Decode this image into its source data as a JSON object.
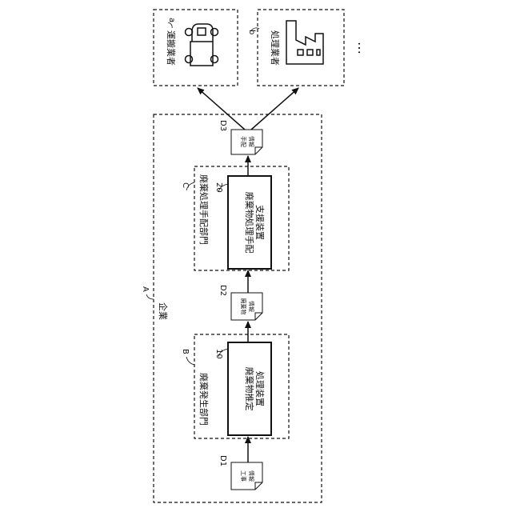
{
  "enterprise": {
    "ref": "A",
    "label": "企業"
  },
  "departments": [
    {
      "ref": "B",
      "label": "廃棄発生部門"
    },
    {
      "ref": "C",
      "label": "廃棄処理手配部門"
    }
  ],
  "devices": [
    {
      "ref": "10",
      "lines": [
        "廃棄物推定",
        "処理装置"
      ]
    },
    {
      "ref": "20",
      "lines": [
        "廃棄物処理手配",
        "支援装置"
      ]
    }
  ],
  "documents": [
    {
      "ref": "D1",
      "lines": [
        "工事",
        "情報"
      ]
    },
    {
      "ref": "D2",
      "lines": [
        "廃棄物",
        "情報"
      ]
    },
    {
      "ref": "D3",
      "lines": [
        "手配",
        "情報"
      ]
    }
  ],
  "companies": [
    {
      "ref": "a",
      "label": "運搬業者",
      "icon": "truck-icon"
    },
    {
      "ref": "b",
      "label": "処理業者",
      "icon": "factory-icon"
    }
  ],
  "more_indicator": "…"
}
